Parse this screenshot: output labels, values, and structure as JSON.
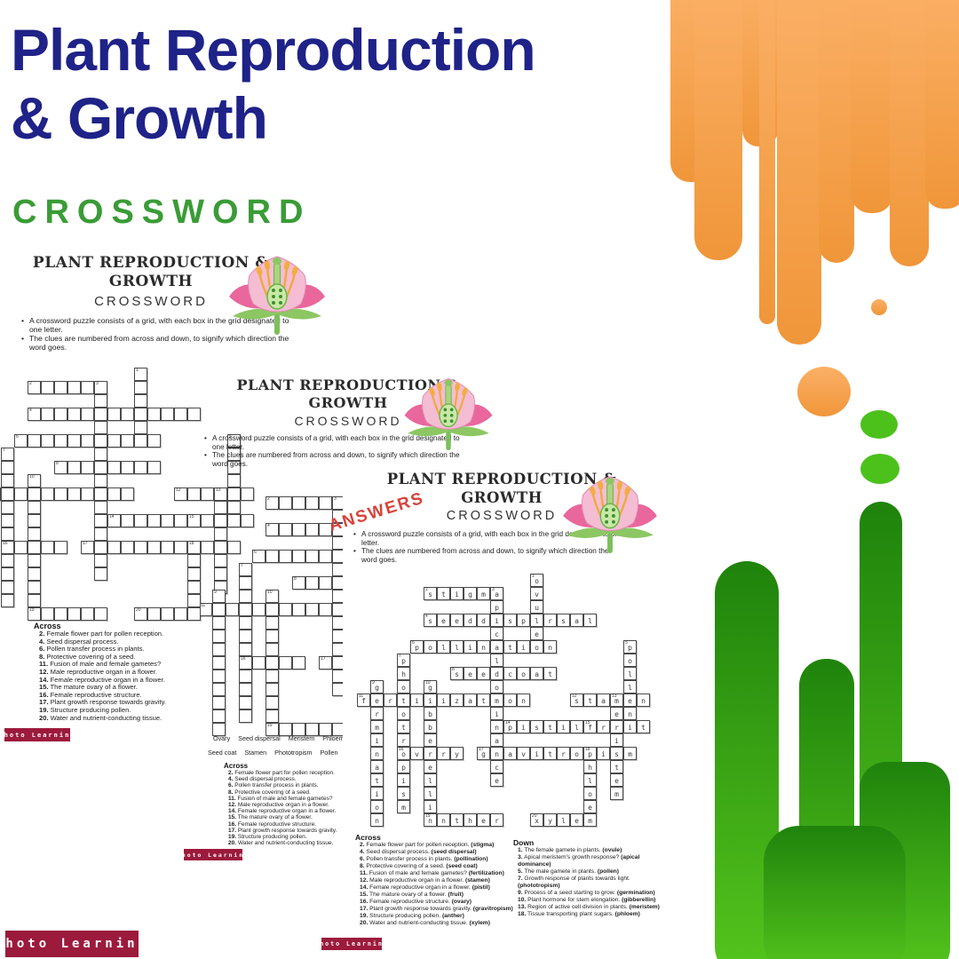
{
  "cover": {
    "title_line1": "Plant Reproduction",
    "title_line2": "& Growth",
    "subtitle": "CROSSWORD",
    "brand": "Shoto Learning",
    "colors": {
      "title_navy": "#1f2287",
      "crossword_green": "#3a9c36",
      "badge_maroon": "#9c1a3c",
      "drip_orange": "#f6a14c",
      "drip_green_dark": "#1f830c",
      "drip_green_bright": "#55c51d",
      "answers_red": "#d8423a"
    }
  },
  "worksheet": {
    "heading_line1": "PLANT REPRODUCTION &",
    "heading_line2": "GROWTH",
    "subheading": "CROSSWORD",
    "bullet1": "A crossword puzzle consists of a grid, with each box in the grid designated to one letter.",
    "bullet2": "The clues are numbered from across and down, to signify which direction the word goes.",
    "answers_label": "ANSWERS",
    "across_title": "Across",
    "down_title": "Down",
    "brand": "Shoto Learning",
    "word_bank_row1": [
      "Ovary",
      "Seed dispersal",
      "Meristem",
      "Phloem"
    ],
    "word_bank_row2": [
      "Seed coat",
      "Stamen",
      "Phototropism",
      "Pollen"
    ],
    "across_clues": [
      {
        "num": "2",
        "clue": "Female flower part for pollen reception.",
        "answer": "stigma"
      },
      {
        "num": "4",
        "clue": "Seed dispersal process.",
        "answer": "seed dispersal"
      },
      {
        "num": "6",
        "clue": "Pollen transfer process in plants.",
        "answer": "pollination"
      },
      {
        "num": "8",
        "clue": "Protective covering of a seed.",
        "answer": "seed coat"
      },
      {
        "num": "11",
        "clue": "Fusion of male and female gametes?",
        "answer": "fertilization"
      },
      {
        "num": "12",
        "clue": "Male reproductive organ in a flower.",
        "answer": "stamen"
      },
      {
        "num": "14",
        "clue": "Female reproductive organ in a flower.",
        "answer": "pistil"
      },
      {
        "num": "15",
        "clue": "The mature ovary of a flower.",
        "answer": "fruit"
      },
      {
        "num": "16",
        "clue": "Female reproductive structure.",
        "answer": "ovary"
      },
      {
        "num": "17",
        "clue": "Plant growth response towards gravity.",
        "answer": "gravitropism"
      },
      {
        "num": "19",
        "clue": "Structure producing pollen.",
        "answer": "anther"
      },
      {
        "num": "20",
        "clue": "Water and nutrient-conducting tissue.",
        "answer": "xylem"
      }
    ],
    "down_clues": [
      {
        "num": "1",
        "clue": "The female gamete in plants.",
        "answer": "ovule"
      },
      {
        "num": "3",
        "clue": "Apical meristem's growth response?",
        "answer": "apical dominance"
      },
      {
        "num": "5",
        "clue": "The male gamete in plants.",
        "answer": "pollen"
      },
      {
        "num": "7",
        "clue": "Growth response of plants towards light.",
        "answer": "phototropism"
      },
      {
        "num": "9",
        "clue": "Process of a seed starting to grow.",
        "answer": "germination"
      },
      {
        "num": "10",
        "clue": "Plant hormone for stem elongation.",
        "answer": "gibberellin"
      },
      {
        "num": "13",
        "clue": "Region of active cell division in plants.",
        "answer": "meristem"
      },
      {
        "num": "18",
        "clue": "Tissue transporting plant sugars.",
        "answer": "phloem"
      }
    ]
  },
  "crossword": {
    "words": [
      {
        "num": "1",
        "answer": "ovule",
        "col": 13,
        "row": 0,
        "dir": "down"
      },
      {
        "num": "3",
        "answer": "apicaldominance",
        "col": 10,
        "row": 1,
        "dir": "down"
      },
      {
        "num": "5",
        "answer": "pollen",
        "col": 20,
        "row": 5,
        "dir": "down"
      },
      {
        "num": "7",
        "answer": "phototropism",
        "col": 3,
        "row": 6,
        "dir": "down"
      },
      {
        "num": "9",
        "answer": "germination",
        "col": 1,
        "row": 8,
        "dir": "down"
      },
      {
        "num": "10",
        "answer": "gibberellin",
        "col": 5,
        "row": 8,
        "dir": "down"
      },
      {
        "num": "13",
        "answer": "meristem",
        "col": 19,
        "row": 9,
        "dir": "down"
      },
      {
        "num": "18",
        "answer": "phloem",
        "col": 17,
        "row": 13,
        "dir": "down"
      },
      {
        "num": "2",
        "answer": "stigma",
        "col": 5,
        "row": 1,
        "dir": "across"
      },
      {
        "num": "4",
        "answer": "seeddispersal",
        "col": 5,
        "row": 3,
        "dir": "across"
      },
      {
        "num": "6",
        "answer": "pollination",
        "col": 4,
        "row": 5,
        "dir": "across"
      },
      {
        "num": "8",
        "answer": "seedcoat",
        "col": 7,
        "row": 7,
        "dir": "across"
      },
      {
        "num": "11",
        "answer": "fertilization",
        "col": 0,
        "row": 9,
        "dir": "across"
      },
      {
        "num": "12",
        "answer": "stamen",
        "col": 16,
        "row": 9,
        "dir": "across"
      },
      {
        "num": "14",
        "answer": "pistil",
        "col": 11,
        "row": 11,
        "dir": "across"
      },
      {
        "num": "15",
        "answer": "fruit",
        "col": 17,
        "row": 11,
        "dir": "across"
      },
      {
        "num": "16",
        "answer": "ovary",
        "col": 3,
        "row": 13,
        "dir": "across"
      },
      {
        "num": "17",
        "answer": "gravitropism",
        "col": 9,
        "row": 13,
        "dir": "across"
      },
      {
        "num": "19",
        "answer": "anther",
        "col": 5,
        "row": 18,
        "dir": "across"
      },
      {
        "num": "20",
        "answer": "xylem",
        "col": 13,
        "row": 18,
        "dir": "across"
      }
    ]
  }
}
